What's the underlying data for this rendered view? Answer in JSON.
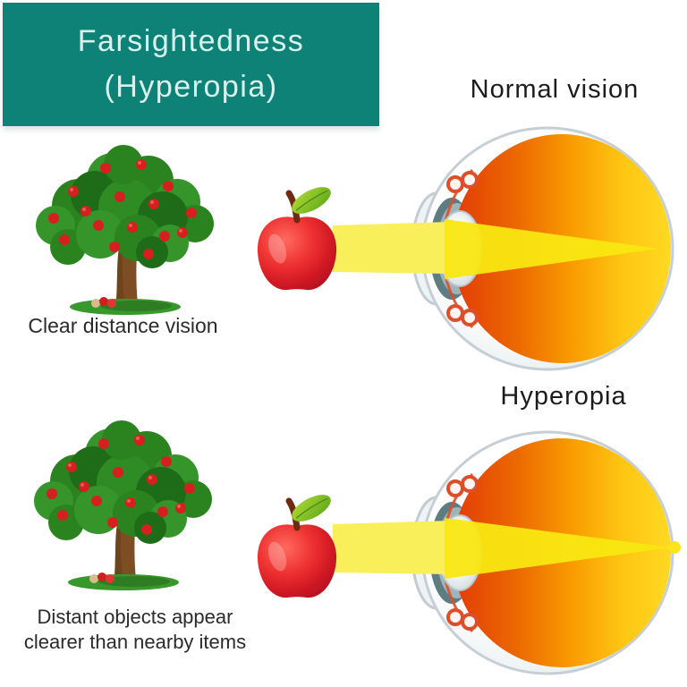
{
  "title": {
    "line1": "Farsightedness",
    "line2": "(Hyperopia)"
  },
  "normal_section": {
    "label": "Normal vision",
    "caption": "Clear distance vision",
    "focus_point": "on retina"
  },
  "hyperopia_section": {
    "label": "Hyperopia",
    "caption_line1": "Distant objects appear",
    "caption_line2": "clearer than nearby items",
    "focus_point": "behind retina"
  },
  "illustrations": {
    "tree": "apple-tree",
    "near_object": "red-apple",
    "eye": "eye-cross-section",
    "beam": "yellow-light-rays",
    "focal_dot": "focal-point-behind-eye"
  },
  "colors": {
    "banner_bg": "#0e8276",
    "banner_text": "#d9f2ee",
    "label_text": "#1c1c1c",
    "caption_text": "#2b2b2b",
    "eye_red": "#e23b06",
    "eye_yellow": "#ffd922",
    "sclera_outline": "#c5cfd5",
    "ciliary_red": "#dd4f2b",
    "beam_pale": "#f8ef5a",
    "beam_bright": "#f9e711",
    "apple_red": "#d01824",
    "leaf_green": "#8fc92b",
    "foliage_green": "#2f8b24",
    "trunk_brown": "#7d4e23"
  }
}
